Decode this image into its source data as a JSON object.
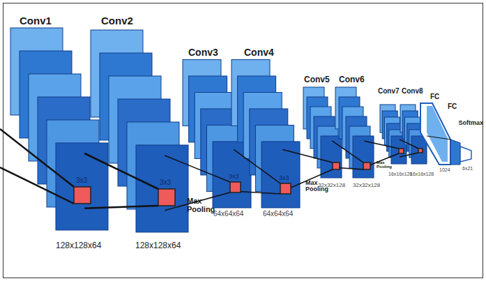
{
  "diagram": {
    "labels": [
      "Conv1",
      "Conv2",
      "Conv3",
      "Conv4",
      "Conv5",
      "Conv6",
      "Conv7",
      "Conv8",
      "FC",
      "FC",
      "Softmax",
      "3x3",
      "3x3",
      "3x3",
      "3x3",
      "128x128x64",
      "128x128x64",
      "Max Pooling",
      "64x64x64",
      "64x64x64",
      "Max Pooling",
      "32x32x128",
      "32x32x128",
      "Max Pooling",
      "16x16x128",
      "16x16x128",
      "1024",
      "6x21"
    ]
  }
}
